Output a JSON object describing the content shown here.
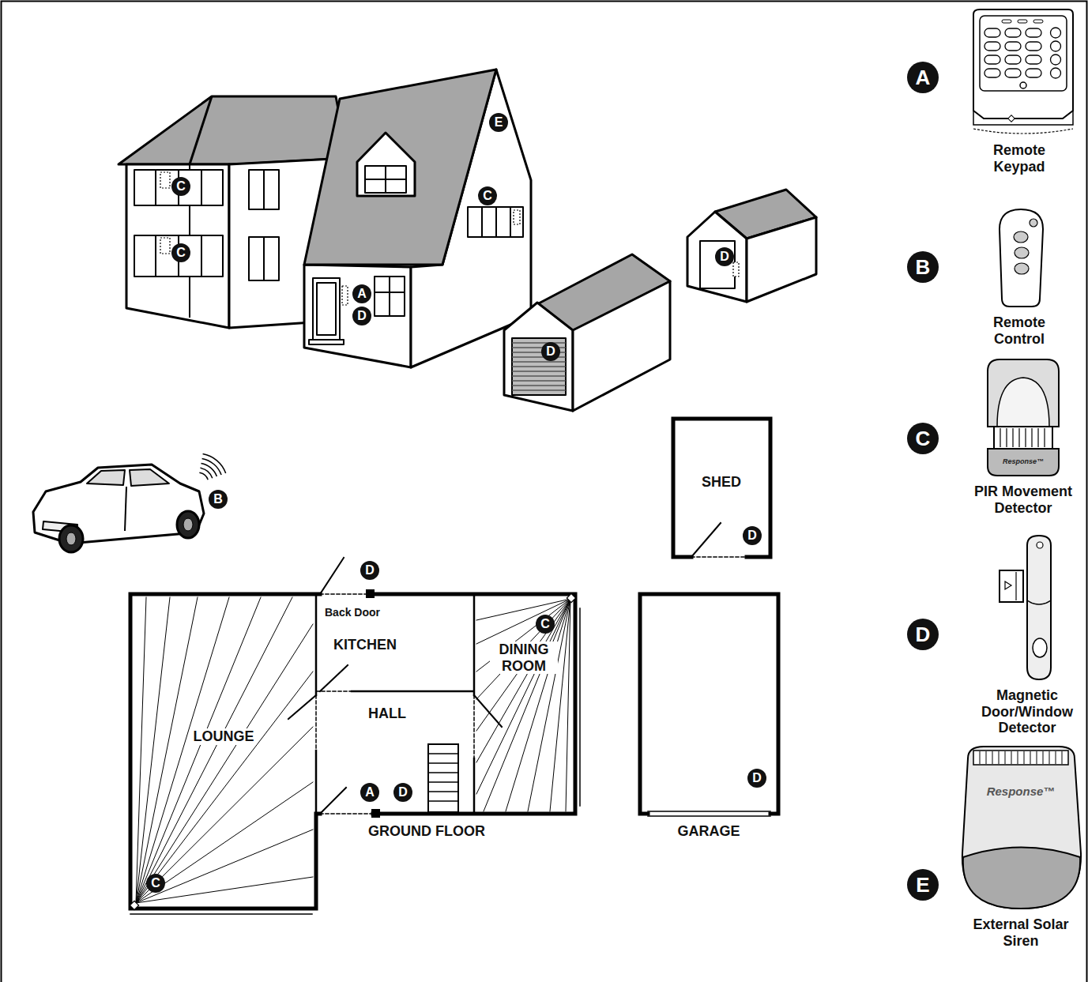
{
  "diagram": {
    "nodes": [
      {
        "text": [
          "C"
        ]
      },
      {
        "text": [
          "C"
        ]
      },
      {
        "text": [
          "A"
        ]
      },
      {
        "text": [
          "D"
        ]
      },
      {
        "text": [
          "E"
        ]
      },
      {
        "text": [
          "C"
        ]
      },
      {
        "text": [
          "D"
        ]
      },
      {
        "text": [
          "D"
        ]
      },
      {
        "text": [
          "B"
        ]
      },
      {
        "text": [
          "GROUND FLOOR"
        ]
      },
      {
        "text": [
          "D"
        ]
      },
      {
        "text": [
          "C"
        ],
        "in": 9
      },
      {
        "text": [
          "A"
        ],
        "in": 9
      },
      {
        "text": [
          "D"
        ],
        "in": 9
      },
      {
        "text": [
          "C"
        ],
        "in": 9
      },
      {
        "text": [
          "SHED"
        ]
      },
      {
        "text": [
          "D"
        ],
        "in": 15
      },
      {
        "text": [
          "GARAGE"
        ]
      },
      {
        "text": [
          "D"
        ],
        "in": 17
      },
      {
        "text": [
          "A"
        ]
      },
      {
        "text": [
          "B"
        ]
      },
      {
        "text": [
          "C"
        ]
      },
      {
        "text": [
          "D"
        ]
      },
      {
        "text": [
          "E"
        ]
      }
    ],
    "labels": [
      "Back Door",
      "KITCHEN",
      "DINING ROOM",
      "HALL",
      "LOUNGE",
      "Remote Keypad",
      "Remote Control",
      "PIR Movement Detector",
      "Response™",
      "Magnetic Door/Window Detector",
      "External Solar Siren",
      "Response™"
    ]
  }
}
